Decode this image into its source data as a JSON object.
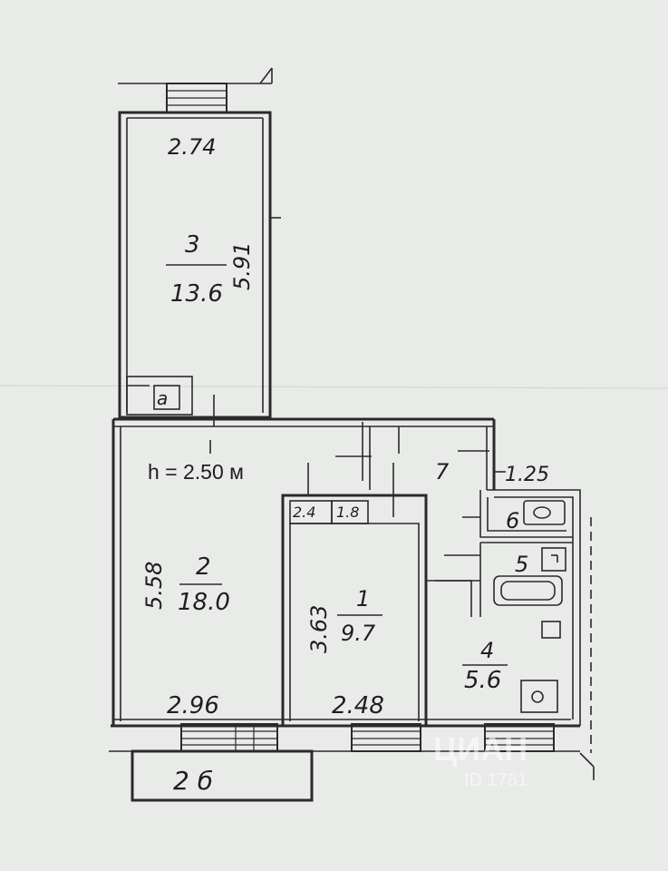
{
  "ceiling_height": "h = 2.50 м",
  "rooms": [
    {
      "number": "3",
      "area": "13.6",
      "length": "5.91",
      "width": "2.74"
    },
    {
      "number": "2",
      "area": "18.0",
      "length": "5.58",
      "width": "2.96"
    },
    {
      "number": "1",
      "area": "9.7",
      "length": "3.63",
      "width": "2.48"
    },
    {
      "number": "4",
      "area": "5.6"
    },
    {
      "number": "5"
    },
    {
      "number": "6"
    },
    {
      "number": "7"
    }
  ],
  "closets": [
    {
      "label": "a"
    },
    {
      "label": "2.4"
    },
    {
      "label": "1.8"
    }
  ],
  "dimension_corridor": "1.25",
  "balcony_label": "2 б",
  "watermark": {
    "brand": "ЦИАН",
    "id": "ID 1781"
  }
}
